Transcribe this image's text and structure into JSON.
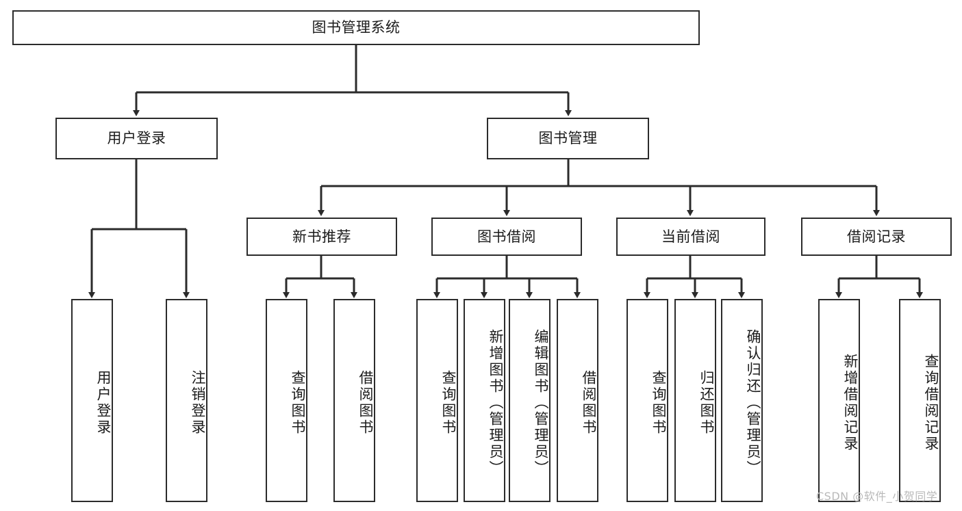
{
  "diagram": {
    "title": "图书管理系统",
    "type": "hierarchy-tree",
    "colors": {
      "box_border": "#2b2b2b",
      "box_fill": "#ffffff",
      "connector": "#2b2b2b",
      "text": "#1b1b1b",
      "watermark": "#b9b9b9",
      "background": "#ffffff"
    },
    "root": {
      "label": "图书管理系统"
    },
    "level2": [
      {
        "label": "用户登录"
      },
      {
        "label": "图书管理"
      }
    ],
    "level3": [
      {
        "label": "新书推荐"
      },
      {
        "label": "图书借阅"
      },
      {
        "label": "当前借阅"
      },
      {
        "label": "借阅记录"
      }
    ],
    "leaves": {
      "user_login": [
        {
          "label": "用户登录"
        },
        {
          "label": "注销登录"
        }
      ],
      "new_book_recommend": [
        {
          "label": "查询图书"
        },
        {
          "label": "借阅图书"
        }
      ],
      "book_borrow": [
        {
          "label": "查询图书"
        },
        {
          "label": "新增图书（管理员）"
        },
        {
          "label": "编辑图书（管理员）"
        },
        {
          "label": "借阅图书"
        }
      ],
      "current_borrow": [
        {
          "label": "查询图书"
        },
        {
          "label": "归还图书"
        },
        {
          "label": "确认归还（管理员）"
        }
      ],
      "borrow_record": [
        {
          "label": "新增借阅记录"
        },
        {
          "label": "查询借阅记录"
        }
      ]
    }
  },
  "watermark": {
    "text": "CSDN @软件_小贺同学"
  }
}
